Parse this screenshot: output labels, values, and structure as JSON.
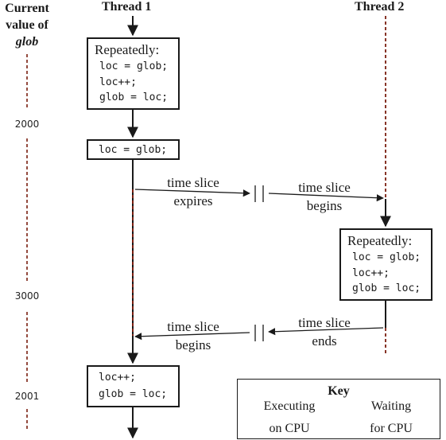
{
  "headers": {
    "glob_line1": "Current",
    "glob_line2": "value of",
    "glob_line3": "glob",
    "thread1": "Thread 1",
    "thread2": "Thread 2"
  },
  "glob_values": [
    "2000",
    "3000",
    "2001"
  ],
  "boxes": {
    "t1_loop": {
      "title": "Repeatedly:",
      "lines": [
        "loc = glob;",
        "loc++;",
        "glob = loc;"
      ]
    },
    "t1_read": {
      "lines": [
        "loc = glob;"
      ]
    },
    "t2_loop": {
      "title": "Repeatedly:",
      "lines": [
        "loc = glob;",
        "loc++;",
        "glob = loc;"
      ]
    },
    "t1_write": {
      "lines": [
        "loc++;",
        "glob = loc;"
      ]
    }
  },
  "events": {
    "t1_expires": [
      "time slice",
      "expires"
    ],
    "t2_begins": [
      "time slice",
      "begins"
    ],
    "t2_ends": [
      "time slice",
      "ends"
    ],
    "t1_begins": [
      "time slice",
      "begins"
    ]
  },
  "key": {
    "title": "Key",
    "executing": [
      "Executing",
      "on CPU"
    ],
    "waiting": [
      "Waiting",
      "for CPU"
    ],
    "colors": {
      "executing": "#1a1a1a",
      "waiting": "#7a1f10"
    }
  }
}
